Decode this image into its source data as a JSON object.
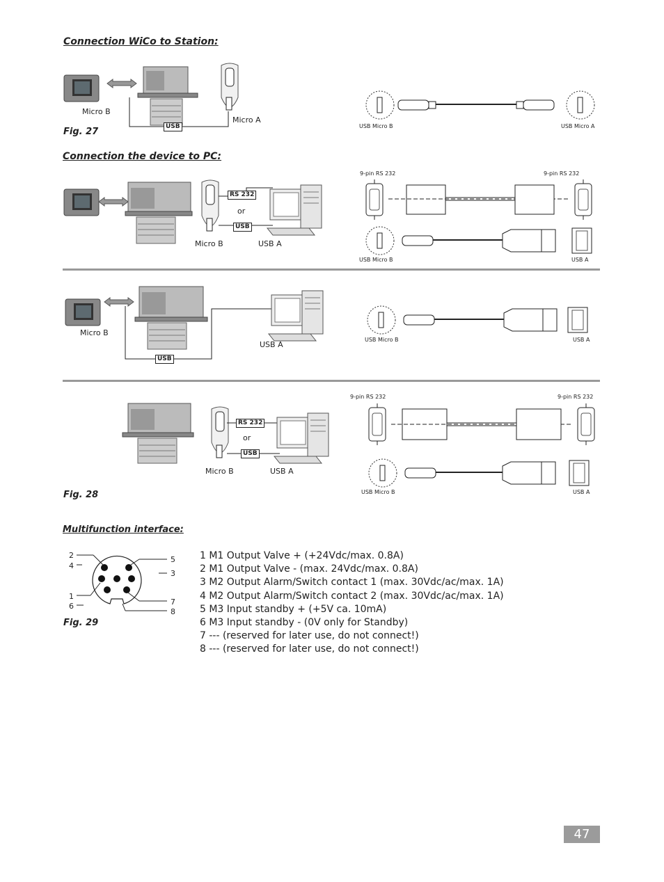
{
  "sections": {
    "wico_station": "Connection WiCo to Station:",
    "device_pc": "Connection the device to PC:",
    "multifunction": "Multifunction interface:"
  },
  "figs": {
    "fig27": "Fig. 27",
    "fig28": "Fig. 28",
    "fig29": "Fig. 29"
  },
  "labels": {
    "micro_b": "Micro B",
    "micro_a": "Micro A",
    "usb_a": "USB A",
    "usb": "USB",
    "rs232": "RS 232",
    "or": "or",
    "usb_micro_b": "USB Micro B",
    "usb_micro_a": "USB Micro A",
    "usb_a_small": "USB A",
    "nine_pin": "9-pin RS 232"
  },
  "connector_pins": [
    "2",
    "4",
    "1",
    "6",
    "5",
    "3",
    "7",
    "8"
  ],
  "pin_list": [
    "1 M1 Output Valve + (+24Vdc/max. 0.8A)",
    "2 M1 Output Valve - (max. 24Vdc/max. 0.8A)",
    "3 M2 Output Alarm/Switch  contact 1 (max. 30Vdc/ac/max. 1A)",
    "4 M2 Output Alarm/Switch  contact 2 (max. 30Vdc/ac/max. 1A)",
    "5 M3 Input standby + (+5V ca. 10mA)",
    "6 M3 Input standby - (0V only for Standby)",
    "7 --- (reserved for later use, do not connect!)",
    "8 --- (reserved for later use, do not connect!)"
  ],
  "page_number": "47"
}
